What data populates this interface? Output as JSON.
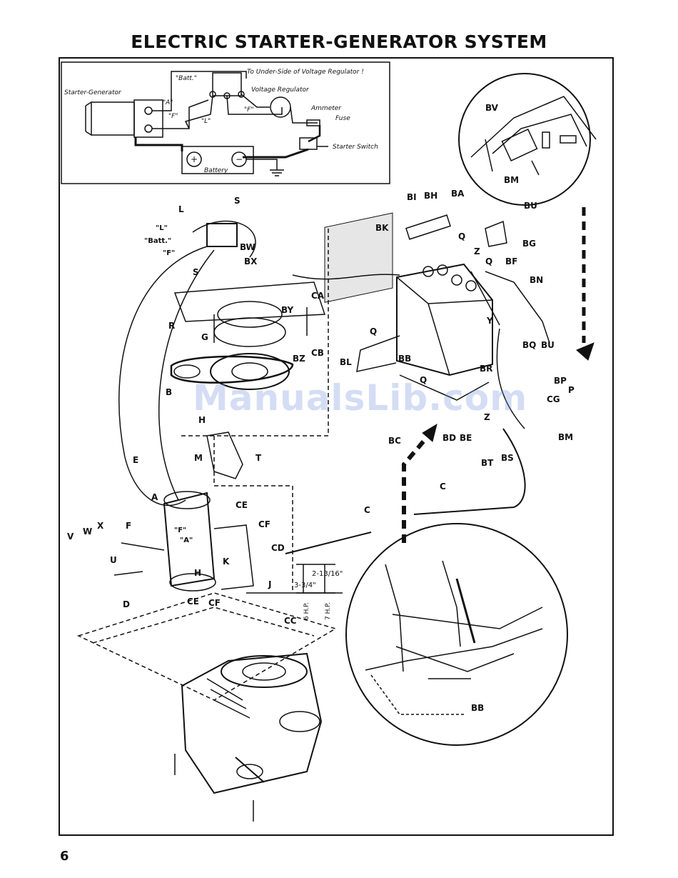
{
  "page": {
    "title": "ELECTRIC STARTER-GENERATOR SYSTEM",
    "page_number": "6",
    "watermark": "ManualsLib.com"
  },
  "wiring_inset": {
    "labels": {
      "starter_generator": "Starter-Generator",
      "terminal_a": "\"A\"",
      "terminal_f_left": "\"F\"",
      "batt": "\"Batt.\"",
      "terminal_l": "\"L\"",
      "terminal_f_right": "\"F\"",
      "under_side_note": "To Under-Side of Voltage Regulator !",
      "voltage_regulator": "Voltage Regulator",
      "ammeter": "Ammeter",
      "fuse": "Fuse",
      "starter_switch": "Starter Switch",
      "battery": "Battery",
      "plus": "+",
      "minus": "−"
    }
  },
  "callouts": {
    "S": "S",
    "L": "L",
    "L_q": "\"L\"",
    "batt_q": "\"Batt.\"",
    "F_q": "\"F\"",
    "BW": "BW",
    "BX": "BX",
    "S2": "S",
    "CA": "CA",
    "BY": "BY",
    "R": "R",
    "G": "G",
    "CB": "CB",
    "BZ": "BZ",
    "BL": "BL",
    "BB": "BB",
    "B": "B",
    "H": "H",
    "E": "E",
    "M": "M",
    "T": "T",
    "A": "A",
    "CE": "CE",
    "CF": "CF",
    "CD": "CD",
    "V": "V",
    "W": "W",
    "X": "X",
    "F": "F",
    "U": "U",
    "F2_q": "\"F\"",
    "A2_q": "\"A\"",
    "K": "K",
    "J": "J",
    "H2": "H",
    "D": "D",
    "CE2": "CE",
    "CF2": "CF",
    "CC": "CC",
    "C1": "C",
    "C2": "C",
    "BB2": "BB",
    "BV": "BV",
    "BM": "BM",
    "BU": "BU",
    "BI": "BI",
    "BH": "BH",
    "BA": "BA",
    "BK": "BK",
    "Q1": "Q",
    "BG": "BG",
    "Z1": "Z",
    "Q2": "Q",
    "BF": "BF",
    "BN": "BN",
    "Q3": "Q",
    "Y": "Y",
    "Q4": "Q",
    "BQ": "BQ",
    "BU2": "BU",
    "BR": "BR",
    "BP": "BP",
    "P": "P",
    "CG": "CG",
    "BM2": "BM",
    "Z2": "Z",
    "BC": "BC",
    "BD": "BD",
    "BE": "BE",
    "BT": "BT",
    "BS": "BS"
  },
  "dimensions": {
    "dim1": "2-13/16\"",
    "dim2": "3-3/4\"",
    "hp6": "6 H.P.",
    "hp7": "7 H.P."
  }
}
